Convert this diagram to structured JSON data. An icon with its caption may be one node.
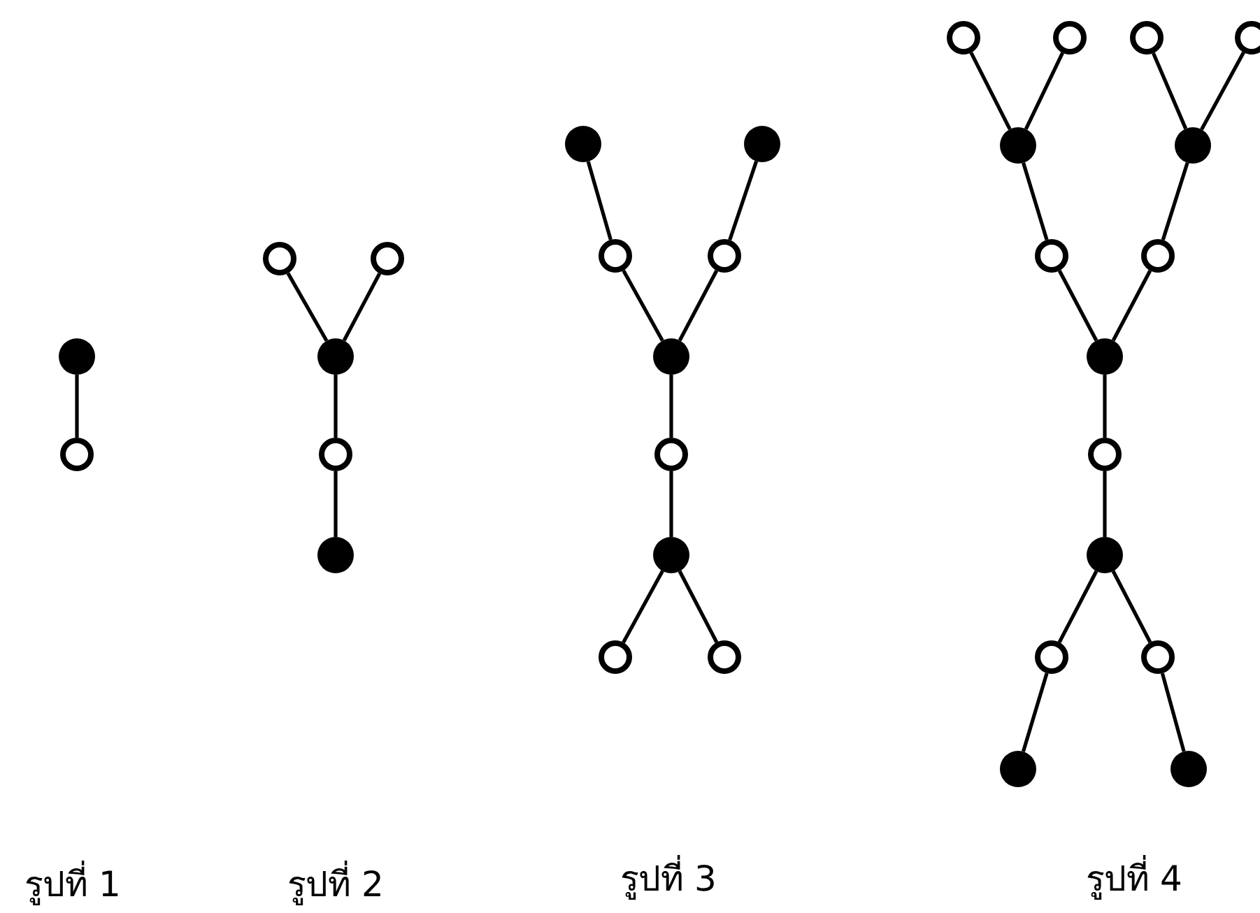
{
  "diagram": {
    "nodes": [
      {
        "text": [],
        "shape": "dot"
      },
      {
        "text": [],
        "shape": "circle"
      },
      {
        "text": [],
        "shape": "circle"
      },
      {
        "text": [],
        "shape": "circle"
      },
      {
        "text": [],
        "shape": "dot"
      },
      {
        "text": [],
        "shape": "circle"
      },
      {
        "text": [],
        "shape": "dot"
      },
      {
        "text": [],
        "shape": "dot"
      },
      {
        "text": [],
        "shape": "dot"
      },
      {
        "text": [],
        "shape": "circle"
      },
      {
        "text": [],
        "shape": "circle"
      },
      {
        "text": [],
        "shape": "dot"
      },
      {
        "text": [],
        "shape": "circle"
      },
      {
        "text": [],
        "shape": "dot"
      },
      {
        "text": [],
        "shape": "circle"
      },
      {
        "text": [],
        "shape": "circle"
      },
      {
        "text": [],
        "shape": "circle"
      },
      {
        "text": [],
        "shape": "circle"
      },
      {
        "text": [],
        "shape": "circle"
      },
      {
        "text": [],
        "shape": "circle"
      },
      {
        "text": [],
        "shape": "dot"
      },
      {
        "text": [],
        "shape": "dot"
      },
      {
        "text": [],
        "shape": "circle"
      },
      {
        "text": [],
        "shape": "circle"
      },
      {
        "text": [],
        "shape": "dot"
      },
      {
        "text": [],
        "shape": "circle"
      },
      {
        "text": [],
        "shape": "dot"
      },
      {
        "text": [],
        "shape": "circle"
      },
      {
        "text": [],
        "shape": "circle"
      },
      {
        "text": [],
        "shape": "dot"
      },
      {
        "text": [],
        "shape": "dot"
      }
    ],
    "edges": [
      {
        "from": 0,
        "to": 1,
        "arrow": "none"
      },
      {
        "from": 2,
        "to": 4,
        "arrow": "none"
      },
      {
        "from": 3,
        "to": 4,
        "arrow": "none"
      },
      {
        "from": 4,
        "to": 5,
        "arrow": "none"
      },
      {
        "from": 5,
        "to": 6,
        "arrow": "none"
      },
      {
        "from": 7,
        "to": 9,
        "arrow": "none"
      },
      {
        "from": 8,
        "to": 10,
        "arrow": "none"
      },
      {
        "from": 9,
        "to": 11,
        "arrow": "none"
      },
      {
        "from": 10,
        "to": 11,
        "arrow": "none"
      },
      {
        "from": 11,
        "to": 12,
        "arrow": "none"
      },
      {
        "from": 12,
        "to": 13,
        "arrow": "none"
      },
      {
        "from": 13,
        "to": 14,
        "arrow": "none"
      },
      {
        "from": 13,
        "to": 15,
        "arrow": "none"
      },
      {
        "from": 16,
        "to": 20,
        "arrow": "none"
      },
      {
        "from": 17,
        "to": 20,
        "arrow": "none"
      },
      {
        "from": 18,
        "to": 21,
        "arrow": "none"
      },
      {
        "from": 19,
        "to": 21,
        "arrow": "none"
      },
      {
        "from": 20,
        "to": 22,
        "arrow": "none"
      },
      {
        "from": 21,
        "to": 23,
        "arrow": "none"
      },
      {
        "from": 22,
        "to": 24,
        "arrow": "none"
      },
      {
        "from": 23,
        "to": 24,
        "arrow": "none"
      },
      {
        "from": 24,
        "to": 25,
        "arrow": "none"
      },
      {
        "from": 25,
        "to": 26,
        "arrow": "none"
      },
      {
        "from": 26,
        "to": 27,
        "arrow": "none"
      },
      {
        "from": 26,
        "to": 28,
        "arrow": "none"
      },
      {
        "from": 27,
        "to": 29,
        "arrow": "none"
      },
      {
        "from": 28,
        "to": 30,
        "arrow": "none"
      }
    ],
    "labels": [
      "รูปที่ 1",
      "รูปที่ 2",
      "รูปที่ 3",
      "รูปที่ 4"
    ]
  }
}
